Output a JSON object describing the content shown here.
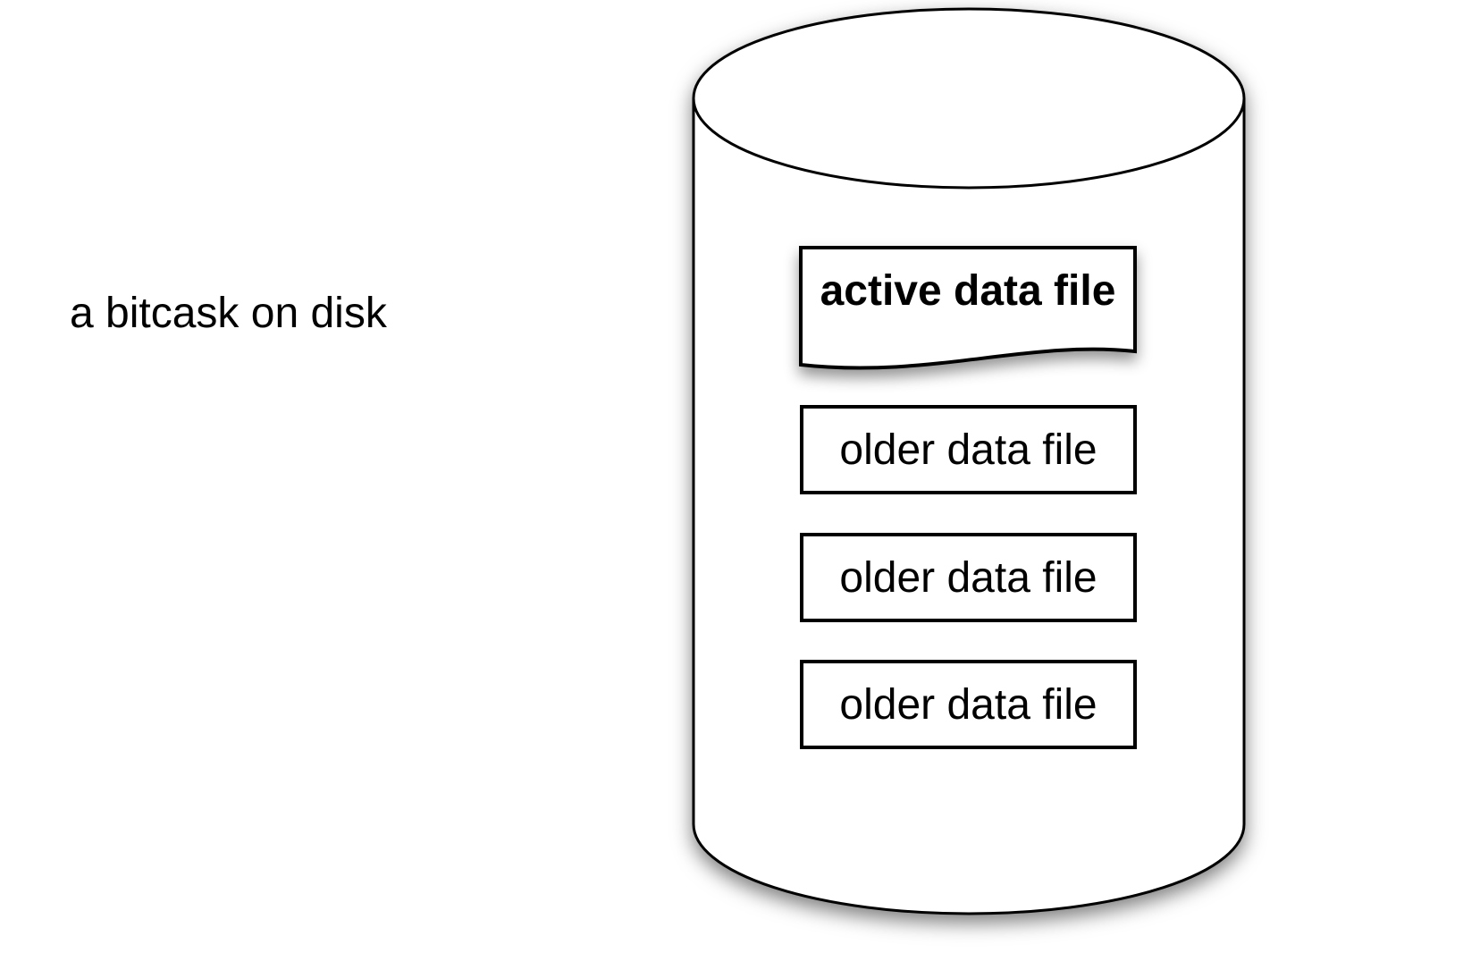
{
  "diagram": {
    "caption": "a bitcask on disk",
    "cylinder": {
      "name": "bitcask disk cylinder",
      "active_file": {
        "label": "active data file"
      },
      "older_files": [
        {
          "label": "older data file"
        },
        {
          "label": "older data file"
        },
        {
          "label": "older data file"
        }
      ]
    },
    "colors": {
      "background": "#ffffff",
      "stroke": "#000000",
      "shape_fill": "#ffffff",
      "text": "#000000",
      "shadow": "rgba(0,0,0,0.5)"
    }
  }
}
